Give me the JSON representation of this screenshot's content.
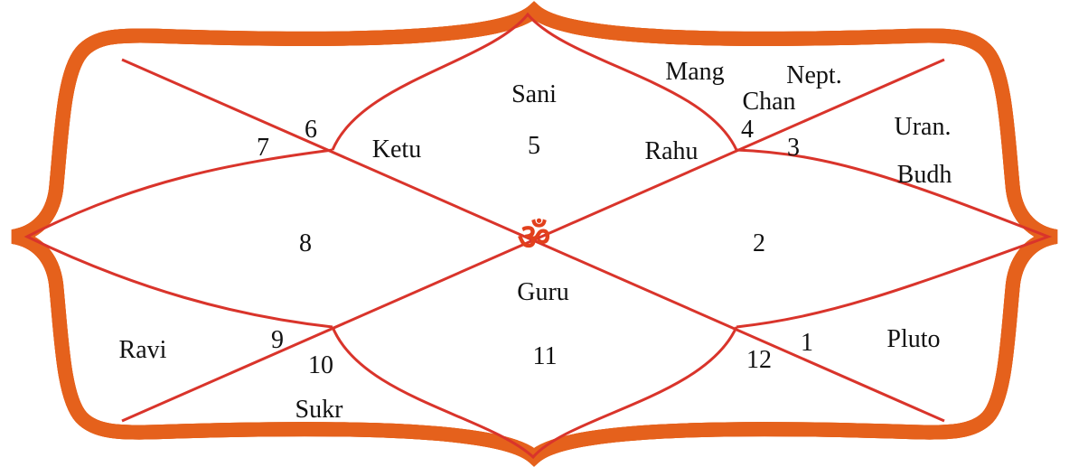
{
  "center_symbol": "ॐ",
  "colors": {
    "frame_outer": "#e5611c",
    "frame_inner": "#f5a623",
    "frame_highlight": "#fde68a",
    "lines": "#d9342b",
    "text": "#111111"
  },
  "houses": [
    {
      "number": "1",
      "planets": [
        "Pluto"
      ]
    },
    {
      "number": "2",
      "planets": []
    },
    {
      "number": "3",
      "planets": [
        "Uran.",
        "Budh"
      ]
    },
    {
      "number": "4",
      "planets": [
        "Mang",
        "Nept.",
        "Chan"
      ]
    },
    {
      "number": "5",
      "planets": [
        "Sani"
      ]
    },
    {
      "number": "6",
      "planets": [
        "Ketu"
      ]
    },
    {
      "number": "7",
      "planets": []
    },
    {
      "number": "8",
      "planets": []
    },
    {
      "number": "9",
      "planets": [
        "Ravi"
      ]
    },
    {
      "number": "10",
      "planets": [
        "Sukr"
      ]
    },
    {
      "number": "11",
      "planets": [
        "Guru"
      ]
    },
    {
      "number": "12",
      "planets": [
        "Rahu"
      ]
    }
  ]
}
